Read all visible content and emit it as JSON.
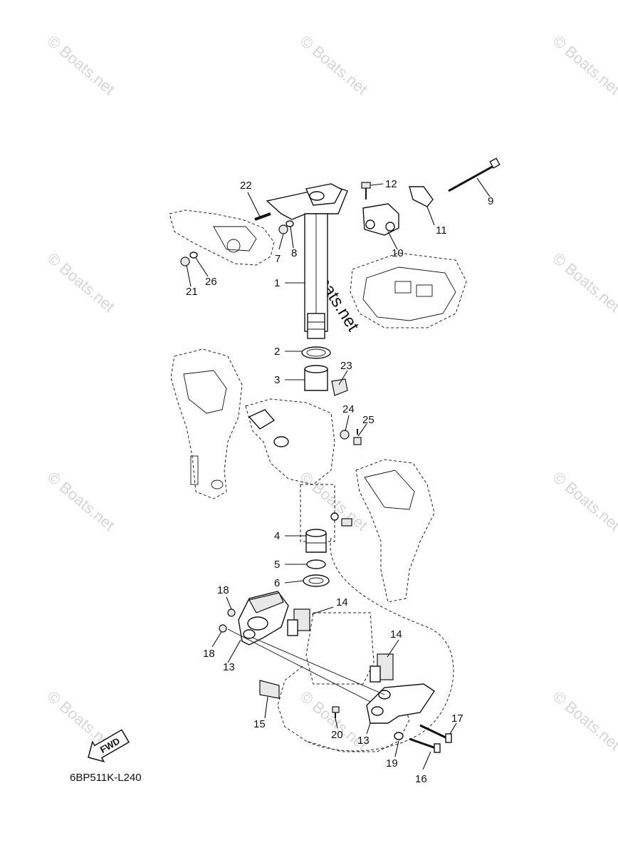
{
  "diagram_code": "6BP511K-L240",
  "fwd_label": "FWD",
  "watermark_text": "© Boats.net",
  "callouts": [
    "1",
    "2",
    "3",
    "4",
    "5",
    "6",
    "7",
    "8",
    "9",
    "10",
    "11",
    "12",
    "13",
    "13",
    "14",
    "14",
    "15",
    "16",
    "17",
    "18",
    "18",
    "19",
    "20",
    "21",
    "22",
    "23",
    "24",
    "25",
    "26"
  ],
  "line_color": "#111111",
  "watermark_color": "#d6d6d6"
}
